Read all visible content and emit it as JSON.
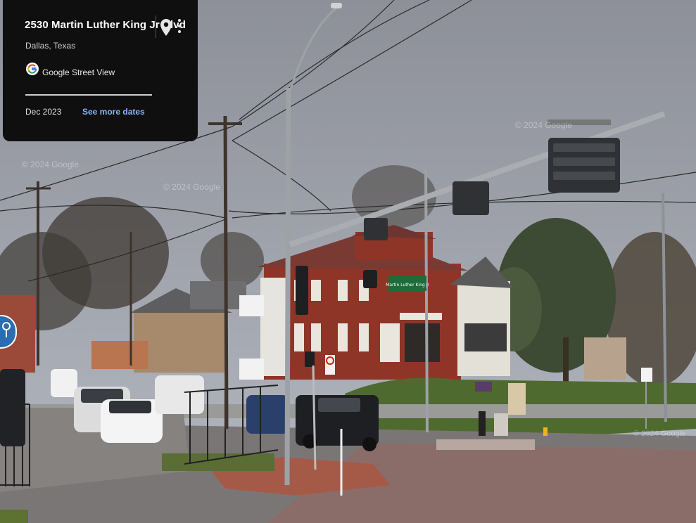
{
  "info_card": {
    "address": "2530 Martin Luther King Jr Blvd",
    "city": "Dallas, Texas",
    "service_name": "Google Street View",
    "date": "Dec 2023",
    "see_more_dates": "See more dates"
  },
  "street_sign": "Martin Luther King Jr",
  "watermarks": [
    "© 2024 Google",
    "© 2024 Google",
    "© 2024 Google",
    "© 2024 Google"
  ],
  "icons": {
    "location": "map-pin-icon",
    "menu": "more-vertical-icon",
    "brand": "google-g-icon",
    "pegman": "street-view-pegman-icon"
  },
  "colors": {
    "card_bg": "#0f0f10",
    "link": "#8ab4f8",
    "sky": "#8d9099",
    "building_brick": "#8e3528"
  }
}
